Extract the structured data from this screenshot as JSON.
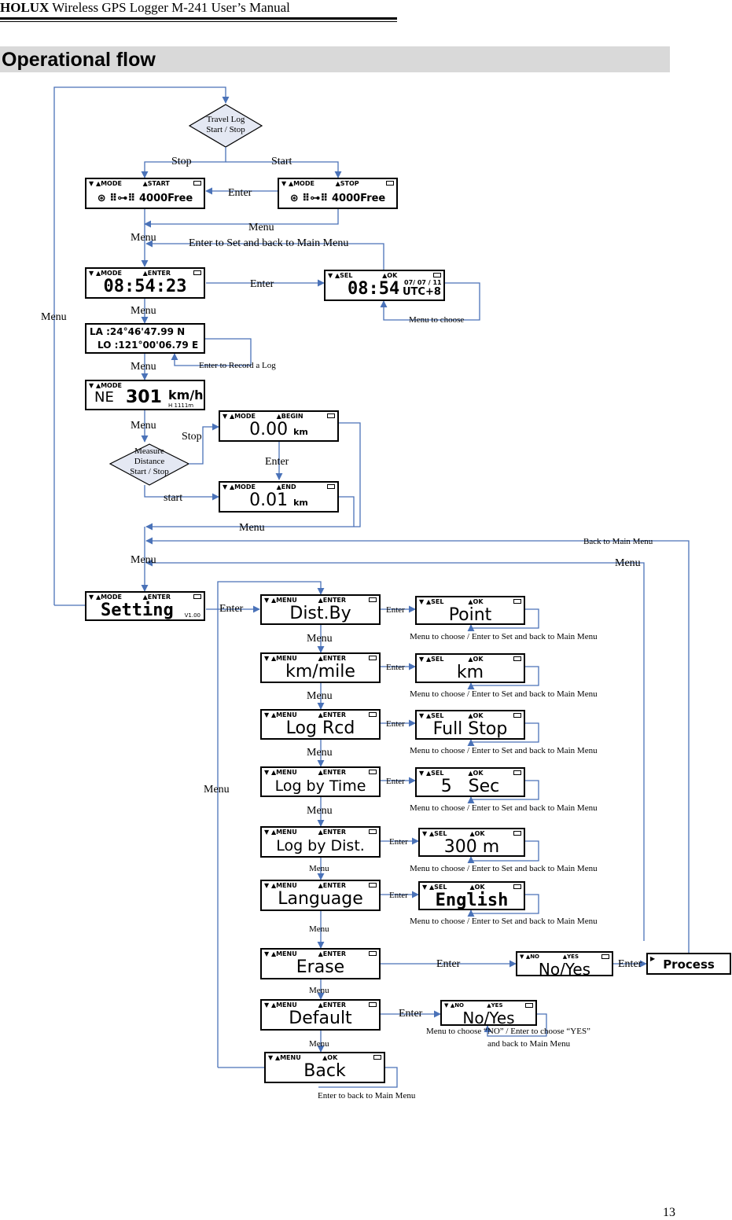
{
  "header": {
    "brand": "HOLUX",
    "title": " Wireless GPS Logger M-241 User’s Manual"
  },
  "section_title": "Operational flow",
  "page_number": "13",
  "decisions": {
    "travel_log": "Travel Log\nStart / Stop",
    "measure": "Measure\nDistance\nStart / Stop"
  },
  "labels": {
    "stop": "Stop",
    "start": "Start",
    "enter": "Enter",
    "menu": "Menu",
    "enter_set_back": "Enter to Set and back to Main Menu",
    "menu_to_choose": "Menu to choose",
    "enter_record": "Enter to Record a Log",
    "start_lower": "start",
    "back_main": "Back to Main Menu",
    "choose_set_back": "Menu to choose / Enter to Set and back to Main Menu",
    "default_note1": "Menu to choose  “NO”  / Enter to choose  “YES”",
    "default_note2": "and back to Main Menu",
    "enter_back_main": "Enter to  back to Main Menu"
  },
  "screens": {
    "log_start": {
      "tl": "▼ ▲MODE",
      "tr": "▲START",
      "main": "⊛ ⠿⊶⠿  4000Free"
    },
    "log_stop": {
      "tl": "▼ ▲MODE",
      "tr": "▲STOP",
      "main": "⊛ ⠿⊶⠿  4000Free"
    },
    "time": {
      "tl": "▼ ▲MODE",
      "tr": "▲ENTER",
      "main": "08:54:23"
    },
    "time_set": {
      "tl": "▼ ▲SEL",
      "tr": "▲OK",
      "main": "08:54",
      "sub1": "07/ 07 / 11",
      "sub2": "UTC+8"
    },
    "position": {
      "la": "LA :24°46'47.99  N",
      "lo": "LO :121°00'06.79 E"
    },
    "speed": {
      "tl": "▼ ▲MODE",
      "dir": "NE",
      "val": "301",
      "unit": "km/h",
      "alt": "H 1111m"
    },
    "dist_begin": {
      "tl": "▼ ▲MODE",
      "tr": "▲BEGIN",
      "main": "0.00",
      "unit": "km"
    },
    "dist_end": {
      "tl": "▼ ▲MODE",
      "tr": "▲END",
      "main": "0.01",
      "unit": "km"
    },
    "setting": {
      "tl": "▼ ▲MODE",
      "tr": "▲ENTER",
      "main": "Setting",
      "ver": "V1.00"
    },
    "distby": {
      "tl": "▼ ▲MENU",
      "tr": "▲ENTER",
      "main": "Dist.By"
    },
    "kmmile": {
      "tl": "▼ ▲MENU",
      "tr": "▲ENTER",
      "main": "km/mile"
    },
    "logrcd": {
      "tl": "▼ ▲MENU",
      "tr": "▲ENTER",
      "main": "Log Rcd"
    },
    "logtime": {
      "tl": "▼ ▲MENU",
      "tr": "▲ENTER",
      "main": "Log by Time"
    },
    "logdist": {
      "tl": "▼ ▲MENU",
      "tr": "▲ENTER",
      "main": "Log by Dist."
    },
    "language": {
      "tl": "▼ ▲MENU",
      "tr": "▲ENTER",
      "main": "Language"
    },
    "erase": {
      "tl": "▼ ▲MENU",
      "tr": "▲ENTER",
      "main": "Erase"
    },
    "default": {
      "tl": "▼ ▲MENU",
      "tr": "▲ENTER",
      "main": "Default"
    },
    "back": {
      "tl": "▼ ▲MENU",
      "tr": "▲OK",
      "main": "Back"
    },
    "point": {
      "tl": "▼ ▲SEL",
      "tr": "▲OK",
      "main": "Point"
    },
    "km": {
      "tl": "▼ ▲SEL",
      "tr": "▲OK",
      "main": "km"
    },
    "fullstop": {
      "tl": "▼ ▲SEL",
      "tr": "▲OK",
      "main": "Full Stop"
    },
    "sec5": {
      "tl": "▼ ▲SEL",
      "tr": "▲OK",
      "main": "5   Sec"
    },
    "m300": {
      "tl": "▼ ▲SEL",
      "tr": "▲OK",
      "main": "300 m"
    },
    "english": {
      "tl": "▼ ▲SEL",
      "tr": "▲OK",
      "main": "English"
    },
    "noyes_erase": {
      "tl": "▼ ▲NO",
      "tr": "▲YES",
      "main": "No/Yes"
    },
    "noyes_default": {
      "tl": "▼ ▲NO",
      "tr": "▲YES",
      "main": "No/Yes"
    },
    "process": {
      "tl": "▶",
      "main": "Process"
    }
  }
}
